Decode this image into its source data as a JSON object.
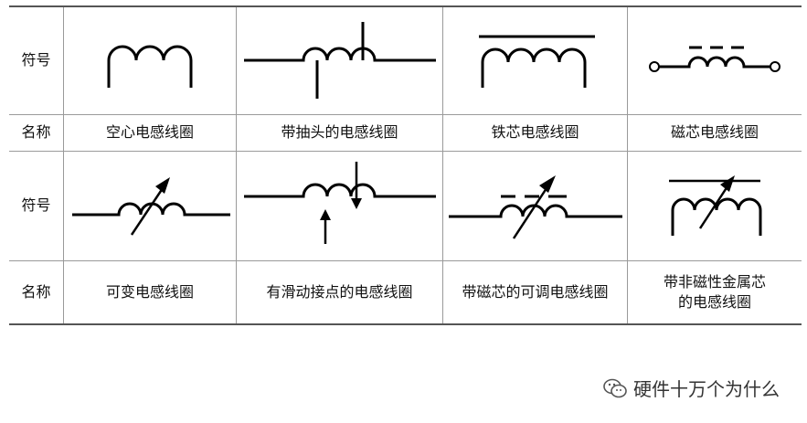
{
  "header": {
    "symbol_label": "符号",
    "name_label": "名称"
  },
  "row1": [
    {
      "symbol": "air-core-inductor-icon",
      "name": "空心电感线圈"
    },
    {
      "symbol": "tapped-inductor-icon",
      "name": "带抽头的电感线圈"
    },
    {
      "symbol": "iron-core-inductor-icon",
      "name": "铁芯电感线圈"
    },
    {
      "symbol": "magnetic-core-inductor-icon",
      "name": "磁芯电感线圈"
    }
  ],
  "row2": [
    {
      "symbol": "variable-inductor-icon",
      "name": "可变电感线圈"
    },
    {
      "symbol": "sliding-contact-inductor-icon",
      "name": "有滑动接点的电感线圈"
    },
    {
      "symbol": "adjustable-magnetic-core-inductor-icon",
      "name": "带磁芯的可调电感线圈"
    },
    {
      "symbol": "nonmagnetic-metal-core-inductor-icon",
      "name_line1": "带非磁性金属芯",
      "name_line2": "的电感线圈"
    }
  ],
  "watermark": {
    "icon": "wechat-icon",
    "text": "硬件十万个为什么"
  }
}
